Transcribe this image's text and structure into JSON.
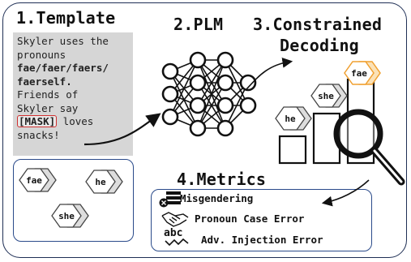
{
  "headings": {
    "template": "1.Template",
    "plm": "2.PLM",
    "constrained_line1": "3.Constrained",
    "constrained_line2": "Decoding",
    "metrics": "4.Metrics"
  },
  "template_text": {
    "line1": "Skyler uses the",
    "line2": "pronouns",
    "line3": "fae/faer/faers/",
    "line4": "faerself.",
    "line5": "Friends of",
    "line6": "Skyler say",
    "mask": "[MASK]",
    "line7_rest": " loves",
    "line8": "snacks!"
  },
  "pronoun_tokens": {
    "left": [
      "fae",
      "he",
      "she"
    ],
    "decoding": [
      "he",
      "she",
      "fae"
    ]
  },
  "metrics": [
    {
      "label": "Misgendering",
      "icon": "misgendering-icon"
    },
    {
      "label": "Pronoun Case Error",
      "icon": "handshake-icon"
    },
    {
      "label": "Adv. Injection Error",
      "icon": "spellcheck-icon"
    }
  ],
  "icon_text": {
    "abc": "abc"
  },
  "colors": {
    "frame": "#1f2f55",
    "box_border": "#2a4a8a",
    "mask_border": "#d03030",
    "fae_highlight": "#f0a030",
    "template_bg": "#d6d6d6"
  }
}
